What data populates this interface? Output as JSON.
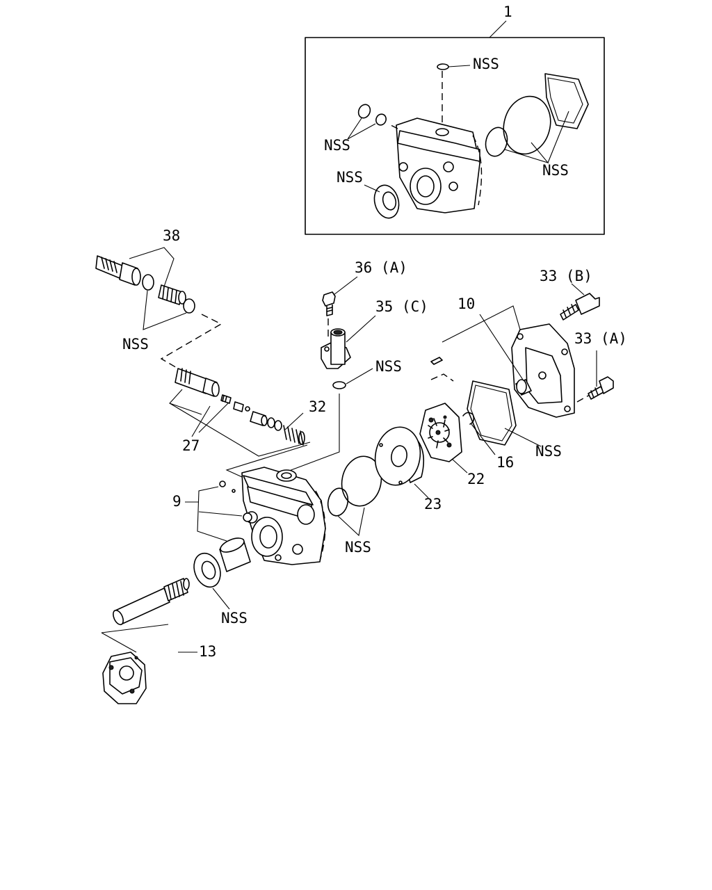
{
  "callouts": {
    "c1": "1",
    "kit_nss_top": "NSS",
    "kit_nss_left": "NSS",
    "kit_nss_seal": "NSS",
    "kit_nss_right": "NSS",
    "c38": "38",
    "nss_valve": "NSS",
    "c36a": "36 (A)",
    "c35c": "35 (C)",
    "nss_union": "NSS",
    "c10": "10",
    "c33b": "33 (B)",
    "c33a": "33 (A)",
    "c32": "32",
    "c27": "27",
    "c9": "9",
    "nss_body": "NSS",
    "c23": "23",
    "c22": "22",
    "c16": "16",
    "nss_cover": "NSS",
    "nss_shaft": "NSS",
    "c13": "13"
  }
}
